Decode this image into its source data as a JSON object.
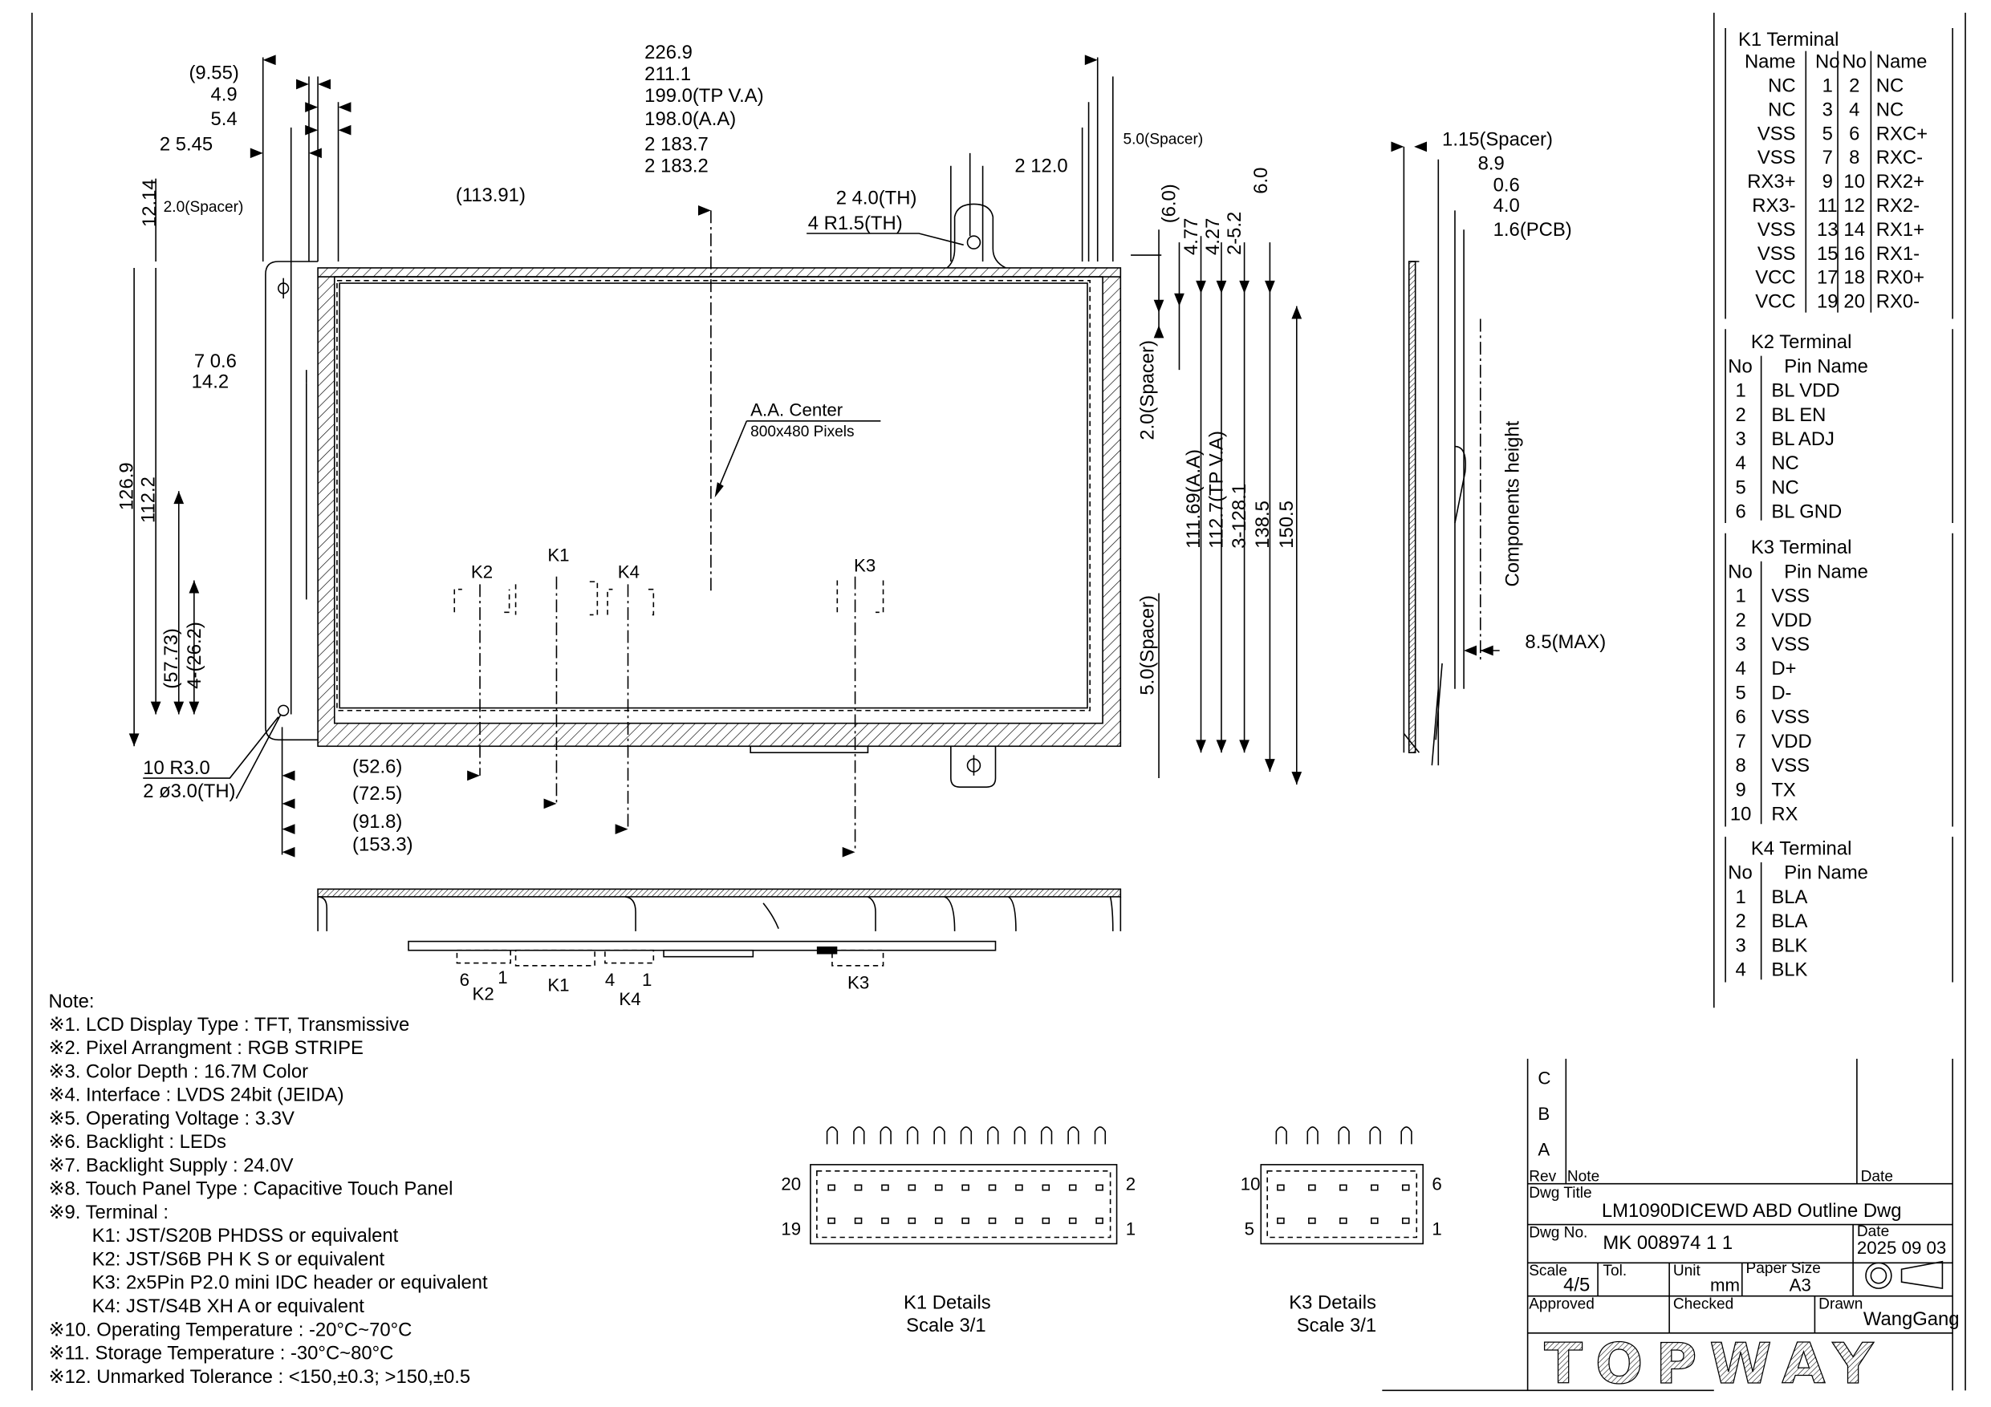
{
  "top_dims": {
    "left": [
      "(9.55)",
      "4.9",
      "5.4",
      "2 5.45"
    ],
    "center": [
      "226.9",
      "211.1",
      "199.0(TP V.A)",
      "198.0(A.A)",
      "2 183.7",
      "2 183.2"
    ],
    "center_offset": "(113.91)",
    "slot_width": "2 4.0(TH)",
    "slot_radius": "4 R1.5(TH)",
    "tab_offset": "2 12.0",
    "spacer_left": "2.0(Spacer)",
    "spacer_right": "5.0(Spacer)",
    "left_height": "12.14"
  },
  "left_dims": {
    "bezel": "7 0.6",
    "bezel2": "14.2",
    "h1": "126.9",
    "h2": "112.2",
    "h3": "(57.73)",
    "h4": "4-(26.2)",
    "radius": "10 R3.0",
    "hole": "2 ø3.0(TH)"
  },
  "bottom_dims": [
    "(52.6)",
    "(72.5)",
    "(91.8)",
    "(153.3)"
  ],
  "center_label": {
    "title": "A.A. Center",
    "pixels": "800x480 Pixels"
  },
  "connectors": {
    "k1": "K1",
    "k2": "K2",
    "k3": "K3",
    "k4": "K4",
    "k2_pin6": "6",
    "k2_pin1": "1",
    "k4_pin4": "4",
    "k4_pin1": "1"
  },
  "right_dims": {
    "d1": "(6.0)",
    "d2": "4.77",
    "d3": "4.27",
    "d4": "2-5.2",
    "d5": "6.0",
    "spacer_top": "2.0(Spacer)",
    "spacer_bottom": "5.0(Spacer)",
    "aa": "111.69(A.A)",
    "tpva": "112.7(TP V.A)",
    "holes": "3-128.1",
    "h1": "138.5",
    "h2": "150.5"
  },
  "side_dims": {
    "spacer": "1.15(Spacer)",
    "t1": "8.9",
    "t2": "0.6",
    "t3": "4.0",
    "pcb": "1.6(PCB)",
    "components": "Components height",
    "max": "8.5(MAX)"
  },
  "notes": {
    "title": "Note:",
    "items": [
      "※1. LCD Display Type : TFT, Transmissive",
      "※2. Pixel Arrangment : RGB STRIPE",
      "※3. Color Depth : 16.7M Color",
      "※4. Interface : LVDS 24bit (JEIDA)",
      "※5. Operating Voltage : 3.3V",
      "※6. Backlight : LEDs",
      "※7. Backlight Supply : 24.0V",
      "※8. Touch Panel Type : Capacitive Touch Panel",
      "※9. Terminal :",
      "K1: JST/S20B PHDSS or equivalent",
      "K2: JST/S6B PH K S or equivalent",
      "K3: 2x5Pin P2.0 mini IDC header or equivalent",
      "K4: JST/S4B XH A or equivalent",
      "※10. Operating Temperature : -20°C~70°C",
      "※11. Storage Temperature : -30°C~80°C",
      "※12. Unmarked Tolerance : <150,±0.3; >150,±0.5"
    ]
  },
  "k1_details": {
    "title": "K1 Details",
    "scale": "Scale 3/1",
    "pin_tl": "20",
    "pin_bl": "19",
    "pin_tr": "2",
    "pin_br": "1"
  },
  "k3_details": {
    "title": "K3 Details",
    "scale": "Scale 3/1",
    "pin_tl": "10",
    "pin_bl": "5",
    "pin_tr": "6",
    "pin_br": "1"
  },
  "k1_terminal": {
    "title": "K1 Terminal",
    "headers": [
      "Name",
      "No",
      "No",
      "Name"
    ],
    "rows": [
      [
        "NC",
        "1",
        "2",
        "NC"
      ],
      [
        "NC",
        "3",
        "4",
        "NC"
      ],
      [
        "VSS",
        "5",
        "6",
        "RXC+"
      ],
      [
        "VSS",
        "7",
        "8",
        "RXC-"
      ],
      [
        "RX3+",
        "9",
        "10",
        "RX2+"
      ],
      [
        "RX3-",
        "11",
        "12",
        "RX2-"
      ],
      [
        "VSS",
        "13",
        "14",
        "RX1+"
      ],
      [
        "VSS",
        "15",
        "16",
        "RX1-"
      ],
      [
        "VCC",
        "17",
        "18",
        "RX0+"
      ],
      [
        "VCC",
        "19",
        "20",
        "RX0-"
      ]
    ]
  },
  "k2_terminal": {
    "title": "K2 Terminal",
    "headers": [
      "No",
      "Pin Name"
    ],
    "rows": [
      [
        "1",
        "BL VDD"
      ],
      [
        "2",
        "BL EN"
      ],
      [
        "3",
        "BL ADJ"
      ],
      [
        "4",
        "NC"
      ],
      [
        "5",
        "NC"
      ],
      [
        "6",
        "BL GND"
      ]
    ]
  },
  "k3_terminal": {
    "title": "K3 Terminal",
    "headers": [
      "No",
      "Pin Name"
    ],
    "rows": [
      [
        "1",
        "VSS"
      ],
      [
        "2",
        "VDD"
      ],
      [
        "3",
        "VSS"
      ],
      [
        "4",
        "D+"
      ],
      [
        "5",
        "D-"
      ],
      [
        "6",
        "VSS"
      ],
      [
        "7",
        "VDD"
      ],
      [
        "8",
        "VSS"
      ],
      [
        "9",
        "TX"
      ],
      [
        "10",
        "RX"
      ]
    ]
  },
  "k4_terminal": {
    "title": "K4 Terminal",
    "headers": [
      "No",
      "Pin Name"
    ],
    "rows": [
      [
        "1",
        "BLA"
      ],
      [
        "2",
        "BLA"
      ],
      [
        "3",
        "BLK"
      ],
      [
        "4",
        "BLK"
      ]
    ]
  },
  "title_block": {
    "revisions": [
      "C",
      "B",
      "A"
    ],
    "rev_label": "Rev",
    "note_label": "Note",
    "date_label": "Date",
    "dwg_title_label": "Dwg Title",
    "dwg_title": "LM1090DICEWD ABD Outline Dwg",
    "dwg_no_label": "Dwg No.",
    "dwg_no": "MK 008974 1 1",
    "date_label2": "Date",
    "date": "2025 09 03",
    "scale_label": "Scale",
    "scale": "4/5",
    "tol_label": "Tol.",
    "unit_label": "Unit",
    "unit": "mm",
    "paper_label": "Paper Size",
    "paper": "A3",
    "approved_label": "Approved",
    "checked_label": "Checked",
    "drawn_label": "Drawn",
    "drawn": "WangGang",
    "logo": "TOPWAY"
  }
}
